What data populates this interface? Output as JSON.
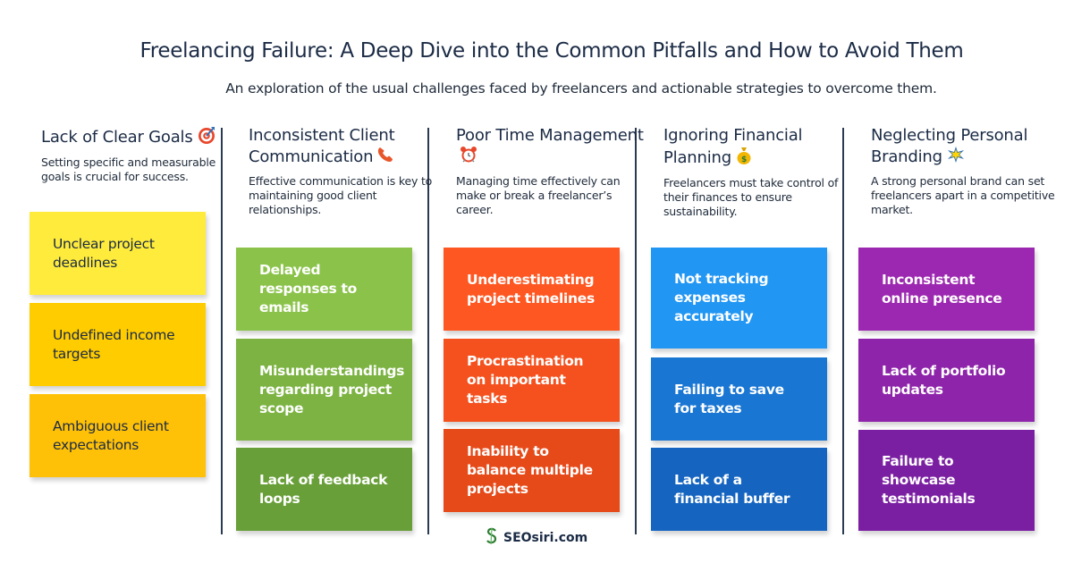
{
  "header": {
    "title": "Freelancing Failure: A Deep Dive into the Common Pitfalls and How to Avoid Them",
    "subtitle": "An exploration of the usual challenges faced by freelancers and actionable strategies to overcome them."
  },
  "columns": [
    {
      "title": "Lack of Clear Goals",
      "icon": "target-icon",
      "description": "Setting specific and measurable goals is crucial for success.",
      "colors": [
        "#ffeb3b",
        "#ffcc00",
        "#ffc107"
      ],
      "items": [
        "Unclear project deadlines",
        "Undefined income targets",
        "Ambiguous client expectations"
      ]
    },
    {
      "title": "Inconsistent Client Communication",
      "icon": "telephone-icon",
      "description": "Effective communication is key to maintaining good client relationships.",
      "colors": [
        "#8bc34a",
        "#7cb342",
        "#689f38"
      ],
      "items": [
        "Delayed responses to emails",
        "Misunderstandings regarding project scope",
        "Lack of feedback loops"
      ]
    },
    {
      "title": "Poor Time Management",
      "icon": "alarm-clock-icon",
      "description": "Managing time effectively can make or break a freelancer’s career.",
      "colors": [
        "#ff5722",
        "#f4511e",
        "#e64a19"
      ],
      "items": [
        "Underestimating project timelines",
        "Procrastination on important tasks",
        "Inability to balance multiple projects"
      ]
    },
    {
      "title": "Ignoring Financial Planning",
      "icon": "money-bag-icon",
      "description": "Freelancers must take control of their finances to ensure sustainability.",
      "colors": [
        "#2196f3",
        "#1976d2",
        "#1565c0"
      ],
      "items": [
        "Not tracking expenses accurately",
        "Failing to save for taxes",
        "Lack of a financial buffer"
      ]
    },
    {
      "title": "Neglecting Personal Branding",
      "icon": "sparkle-star-icon",
      "description": "A strong personal brand can set freelancers apart in a competitive market.",
      "colors": [
        "#9c27b0",
        "#8e24aa",
        "#7b1fa2"
      ],
      "items": [
        "Inconsistent online presence",
        "Lack of portfolio updates",
        "Failure to showcase testimonials"
      ]
    }
  ],
  "footer": {
    "brand": "SEOsiri.com",
    "logo_icon": "seosiri-logo-icon"
  }
}
